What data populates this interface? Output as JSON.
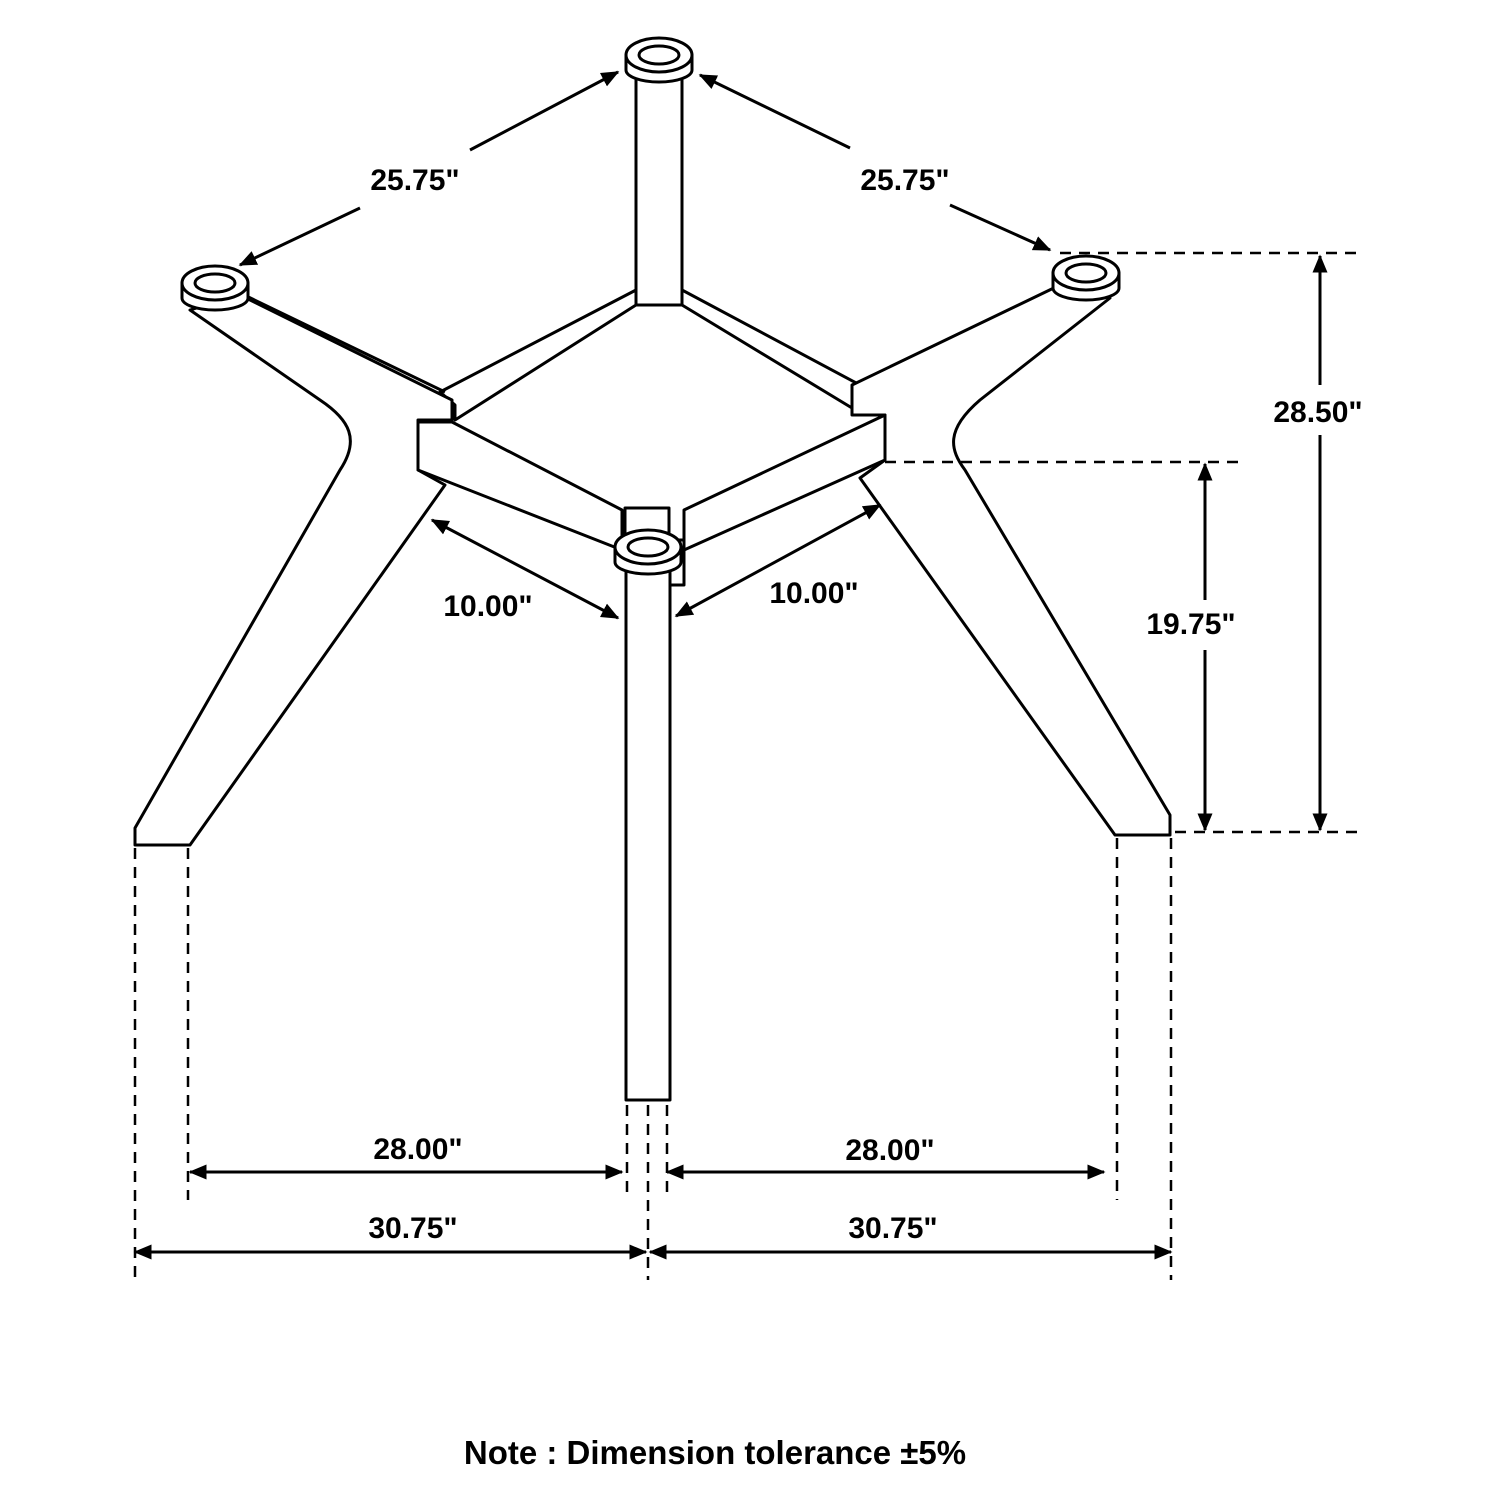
{
  "dimensions": {
    "top_left_span": "25.75\"",
    "top_right_span": "25.75\"",
    "overall_height": "28.50\"",
    "frame_to_floor": "19.75\"",
    "frame_left_side": "10.00\"",
    "frame_right_side": "10.00\"",
    "inner_left_width": "28.00\"",
    "inner_right_width": "28.00\"",
    "outer_left_width": "30.75\"",
    "outer_right_width": "30.75\""
  },
  "note": "Note : Dimension tolerance ±5%"
}
